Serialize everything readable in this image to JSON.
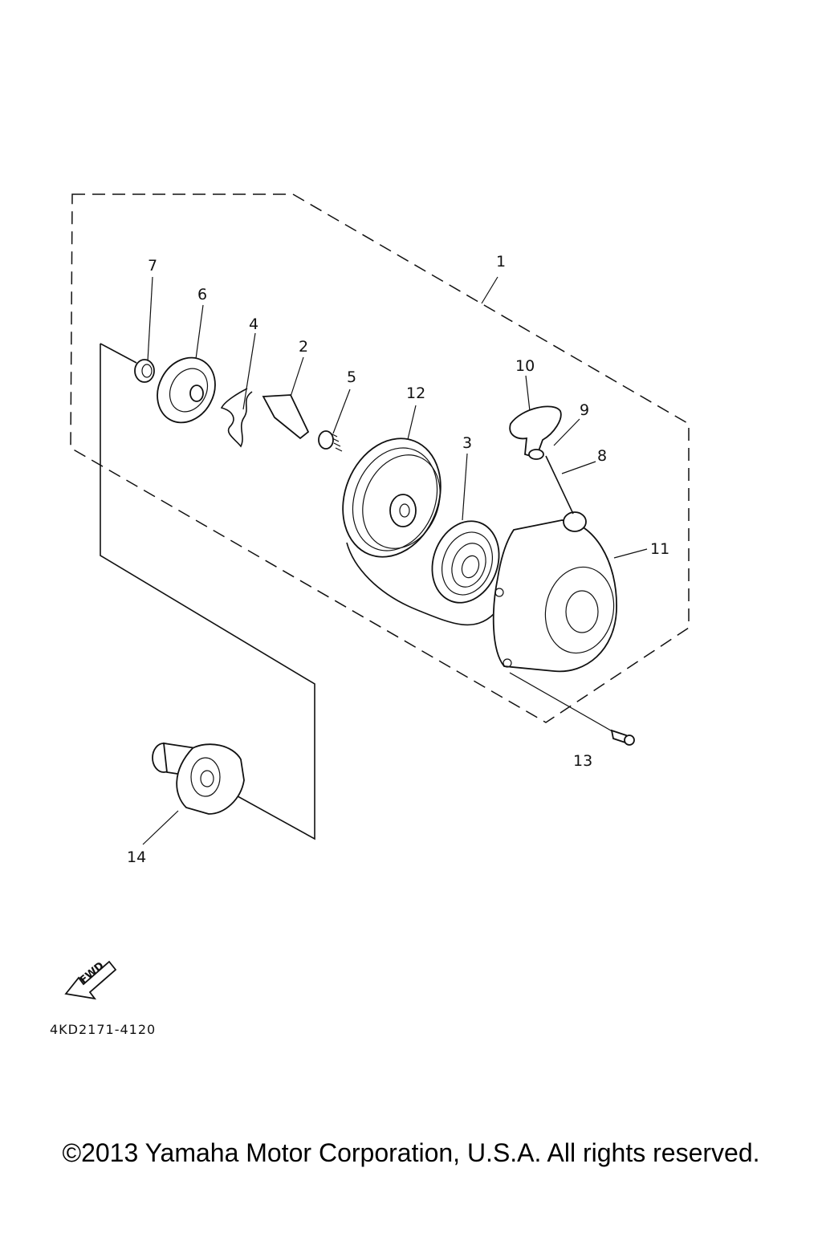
{
  "diagram": {
    "callouts": {
      "p1": "1",
      "p2": "2",
      "p3": "3",
      "p4": "4",
      "p5": "5",
      "p6": "6",
      "p7": "7",
      "p8": "8",
      "p9": "9",
      "p10": "10",
      "p11": "11",
      "p12": "12",
      "p13": "13",
      "p14": "14"
    },
    "fwd_label": "FWD",
    "drawing_code": "4KD2171-4120"
  },
  "footer": {
    "copyright": "©2013 Yamaha Motor Corporation, U.S.A. All rights reserved."
  }
}
